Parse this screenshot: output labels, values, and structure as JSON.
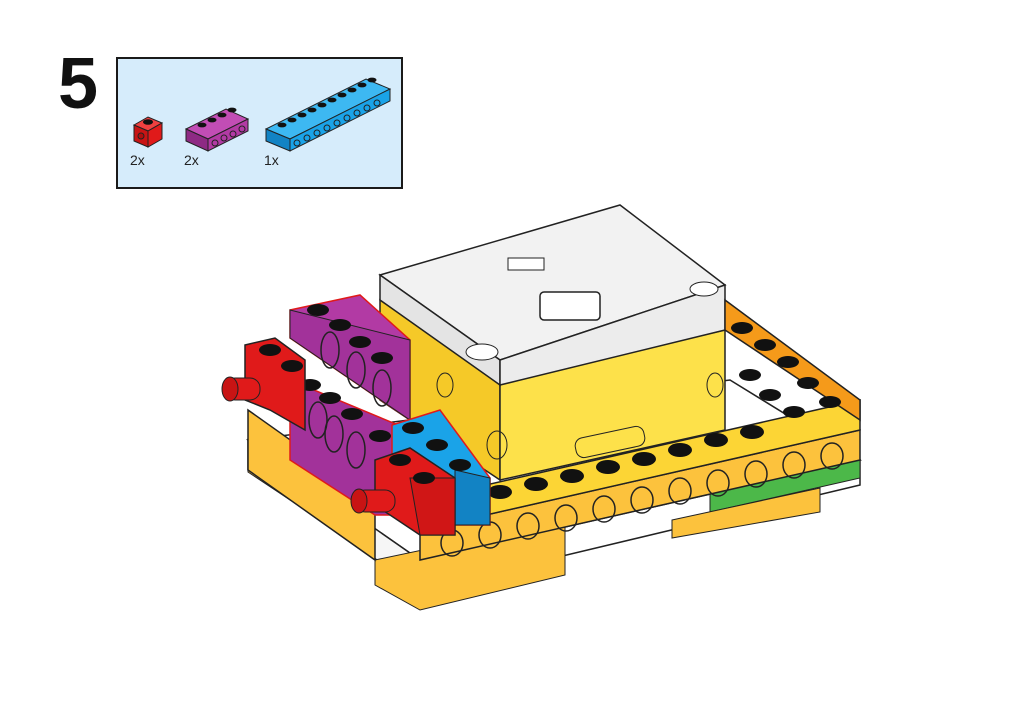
{
  "step": {
    "number": "5"
  },
  "parts_list": {
    "background": "#d6ecfb",
    "items": [
      {
        "name": "red-axle-pin-brick",
        "quantity": "2x",
        "color": "#e01a1a"
      },
      {
        "name": "magenta-technic-beam-4",
        "quantity": "2x",
        "color": "#b23aa4"
      },
      {
        "name": "blue-technic-beam-10",
        "quantity": "1x",
        "color": "#1aa3e8"
      }
    ]
  },
  "colors": {
    "hub_white": "#f2f2f2",
    "yellow": "#fcd535",
    "orange": "#f59a1a",
    "light_orange": "#fbb93c",
    "green": "#4cb849",
    "stud_black": "#111111"
  }
}
